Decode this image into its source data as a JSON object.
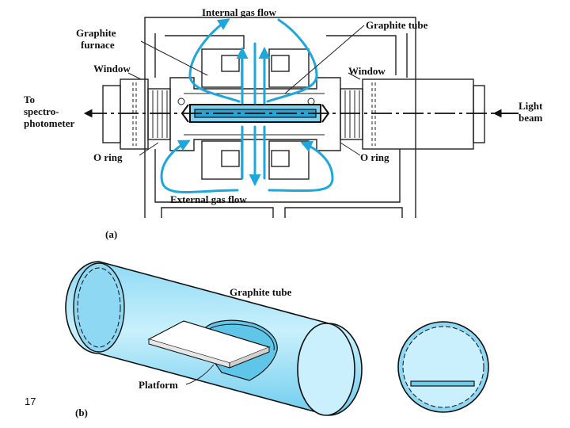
{
  "labels": {
    "internal_gas_flow": "Internal gas flow",
    "graphite_tube_top": "Graphite tube",
    "graphite_furnace_1": "Graphite",
    "graphite_furnace_2": "furnace",
    "window_left": "Window",
    "window_right": "Window",
    "to_spectro_1": "To",
    "to_spectro_2": "spectro-",
    "to_spectro_3": "photometer",
    "light_beam_1": "Light",
    "light_beam_2": "beam",
    "o_ring_left": "O ring",
    "o_ring_right": "O ring",
    "external_gas_flow": "External gas flow",
    "panel_a": "(a)",
    "graphite_tube_bottom": "Graphite tube",
    "platform": "Platform",
    "panel_b": "(b)",
    "page_number": "17"
  },
  "colors": {
    "tube_fill": "#b9e8f8",
    "tube_dark": "#5fc6ea",
    "flow": "#1ea7dc",
    "ink": "#222222"
  }
}
